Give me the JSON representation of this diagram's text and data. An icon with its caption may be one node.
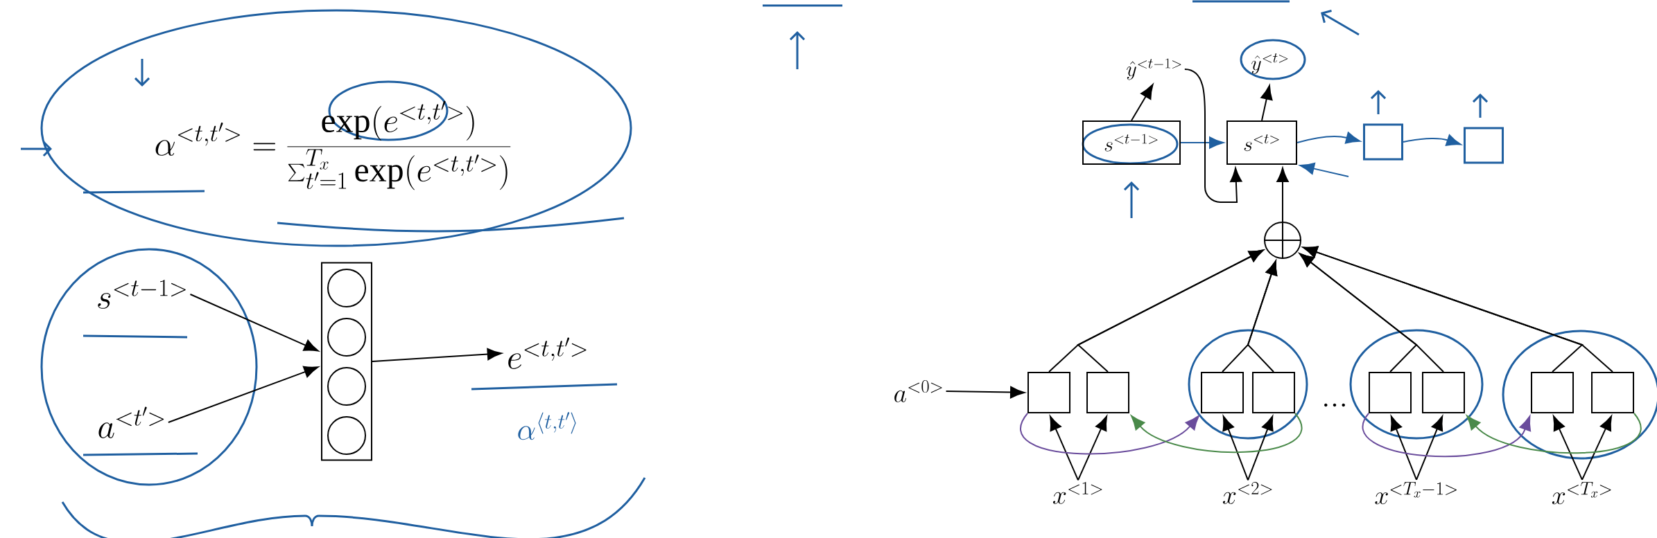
{
  "diagram": {
    "nodes": [
      {
        "text": [
          "s^{<t-1>}"
        ]
      },
      {
        "text": [
          "a^{<t'>}"
        ]
      },
      {
        "text": [],
        "shape": "box"
      },
      {
        "text": [
          "e^{<t,t'>}"
        ]
      },
      {
        "text": [
          "s^{<t-1>}"
        ]
      },
      {
        "text": [
          "s^{<t>}"
        ]
      },
      {
        "text": [
          "\\hat{y}^{<t-1>}"
        ]
      },
      {
        "text": [
          "\\hat{y}^{<t>}"
        ]
      },
      {
        "text": [],
        "shape": "circle"
      },
      {
        "text": [],
        "shape": "box"
      },
      {
        "text": [],
        "shape": "box"
      },
      {
        "text": [],
        "shape": "box"
      },
      {
        "text": [],
        "shape": "box"
      },
      {
        "text": [],
        "shape": "box"
      },
      {
        "text": [],
        "shape": "box"
      },
      {
        "text": [],
        "shape": "box"
      },
      {
        "text": [],
        "shape": "box"
      },
      {
        "text": [
          "a^{<0>}"
        ]
      },
      {
        "text": [
          "x^{<1>}"
        ]
      },
      {
        "text": [
          "x^{<2>}"
        ]
      },
      {
        "text": [
          "x^{<T_x-1>}"
        ]
      },
      {
        "text": [
          "x^{<T_x>}"
        ]
      },
      {
        "text": [],
        "shape": "box"
      },
      {
        "text": [],
        "shape": "box"
      }
    ],
    "edges": [
      {
        "from": 0,
        "to": 2,
        "arrow": "to"
      },
      {
        "from": 1,
        "to": 2,
        "arrow": "to"
      },
      {
        "from": 2,
        "to": 3,
        "arrow": "to"
      },
      {
        "from": 4,
        "to": 6,
        "arrow": "to"
      },
      {
        "from": 5,
        "to": 7,
        "arrow": "to"
      },
      {
        "from": 4,
        "to": 5,
        "arrow": "to",
        "color": "#1f5fa0"
      },
      {
        "from": 6,
        "to": 5,
        "arrow": "to"
      },
      {
        "from": 8,
        "to": 5,
        "arrow": "to"
      },
      {
        "from": 9,
        "to": 8,
        "arrow": "to"
      },
      {
        "from": 10,
        "to": 8,
        "arrow": "to"
      },
      {
        "from": 11,
        "to": 8,
        "arrow": "to"
      },
      {
        "from": 12,
        "to": 8,
        "arrow": "to"
      },
      {
        "from": 13,
        "to": 8,
        "arrow": "to"
      },
      {
        "from": 14,
        "to": 8,
        "arrow": "to"
      },
      {
        "from": 15,
        "to": 8,
        "arrow": "to"
      },
      {
        "from": 16,
        "to": 8,
        "arrow": "to"
      },
      {
        "from": 18,
        "to": 9,
        "arrow": "to"
      },
      {
        "from": 18,
        "to": 10,
        "arrow": "to"
      },
      {
        "from": 19,
        "to": 11,
        "arrow": "to"
      },
      {
        "from": 19,
        "to": 12,
        "arrow": "to"
      },
      {
        "from": 20,
        "to": 13,
        "arrow": "to"
      },
      {
        "from": 20,
        "to": 14,
        "arrow": "to"
      },
      {
        "from": 21,
        "to": 15,
        "arrow": "to"
      },
      {
        "from": 21,
        "to": 16,
        "arrow": "to"
      },
      {
        "from": 17,
        "to": 9,
        "arrow": "to"
      },
      {
        "from": 9,
        "to": 11,
        "arrow": "to",
        "color": "#6a4c9c"
      },
      {
        "from": 12,
        "to": 10,
        "arrow": "to",
        "color": "#4a8a4a"
      },
      {
        "from": 13,
        "to": 15,
        "arrow": "to",
        "color": "#6a4c9c"
      },
      {
        "from": 16,
        "to": 14,
        "arrow": "to",
        "color": "#4a8a4a"
      },
      {
        "from": 5,
        "to": 22,
        "arrow": "to",
        "color": "#1f5fa0"
      },
      {
        "from": 22,
        "to": 23,
        "arrow": "to",
        "color": "#1f5fa0"
      },
      {
        "from": null,
        "to": 5,
        "arrow": "to",
        "color": "#1f5fa0"
      }
    ],
    "labels": [
      "\\alpha^{<t,t'>} = \\frac{\\exp(e^{<t,t'>})}{\\sum_{t'=1}^{T_x}\\exp(e^{<t,t'>})}",
      "\\alpha^{\\langle t,t'\\rangle}",
      "…"
    ]
  }
}
